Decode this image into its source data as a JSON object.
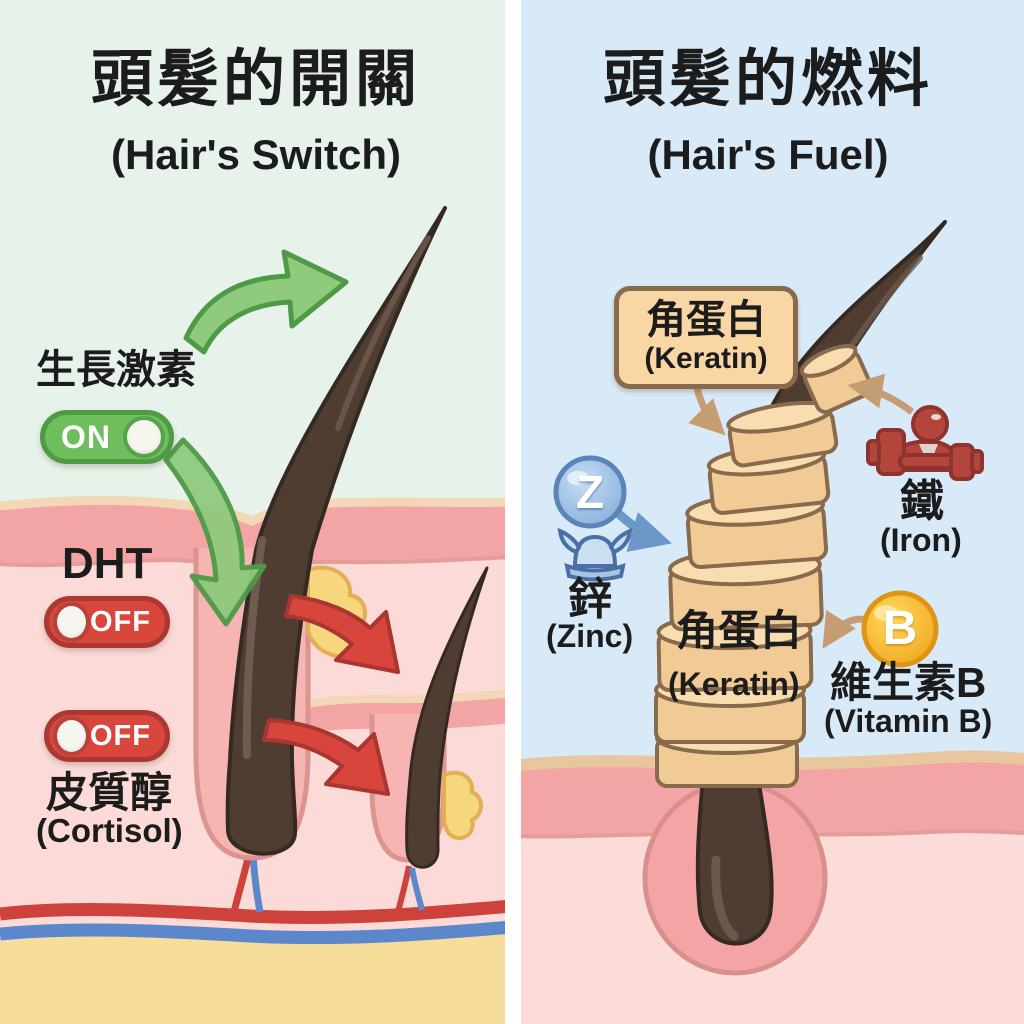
{
  "left_panel": {
    "title_zh": "頭髮的開關",
    "title_en": "(Hair's Switch)",
    "growth_hormone": {
      "label_zh": "生長激素",
      "toggle": "ON"
    },
    "dht": {
      "label": "DHT",
      "toggle": "OFF"
    },
    "cortisol": {
      "label_zh": "皮質醇",
      "label_en": "(Cortisol)",
      "toggle": "OFF"
    }
  },
  "right_panel": {
    "title_zh": "頭髮的燃料",
    "title_en": "(Hair's Fuel)",
    "keratin_label_box": {
      "label_zh": "角蛋白",
      "label_en": "(Keratin)"
    },
    "keratin_stack_label": {
      "label_zh": "角蛋白",
      "label_en": "(Keratin)"
    },
    "zinc": {
      "badge": "Z",
      "label_zh": "鋅",
      "label_en": "(Zinc)"
    },
    "iron": {
      "label_zh": "鐵",
      "label_en": "(Iron)"
    },
    "vitamin_b": {
      "badge": "B",
      "label_zh": "維生素B",
      "label_en": "(Vitamin B)"
    }
  },
  "icons": {
    "zinc_badge": "circle-Z",
    "zinc_helmet": "viking-helmet",
    "iron_dumbbell": "figure-lifting-dumbbell",
    "vitamin_b_badge": "circle-B",
    "green_arrows": "growth-arrows",
    "red_arrows": "shrink-arrows"
  },
  "colors": {
    "left_bg": "#e7f3ea",
    "right_bg": "#d8eaf7",
    "toggle_on_green": "#6fbe5e",
    "toggle_off_red": "#d9463c",
    "keratin_tan": "#f1cb95",
    "zinc_blue": "#8fb8e2",
    "vitamin_b_gold": "#f5b42a",
    "iron_red": "#b3453d",
    "hair_brown": "#4f3d32",
    "skin_pink": "#f3a5a5",
    "fat_yellow": "#f6dd9a"
  }
}
